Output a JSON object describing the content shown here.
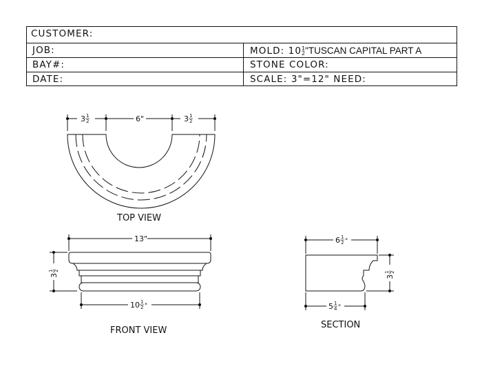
{
  "header": {
    "customer_label": "CUSTOMER:",
    "job_label": "JOB:",
    "bay_label": "BAY#:",
    "date_label": "DATE:",
    "mold_label": "MOLD:",
    "mold_value_whole": "10",
    "mold_value_num": "1",
    "mold_value_den": "2",
    "mold_value_rest": "\"TUSCAN CAPITAL PART A",
    "stone_color_label": "STONE COLOR:",
    "scale_label": "SCALE: 3\"=12\" NEED:"
  },
  "top_view": {
    "caption": "TOP VIEW",
    "dim_left_whole": "3",
    "dim_left_num": "1",
    "dim_left_den": "2",
    "dim_center": "6\"",
    "dim_right_whole": "3",
    "dim_right_num": "1",
    "dim_right_den": "2"
  },
  "front_view": {
    "caption": "FRONT VIEW",
    "dim_top": "13\"",
    "dim_bottom_whole": "10",
    "dim_bottom_num": "1",
    "dim_bottom_den": "2",
    "dim_height_whole": "3",
    "dim_height_num": "1",
    "dim_height_den": "2"
  },
  "section": {
    "caption": "SECTION",
    "dim_top_whole": "6",
    "dim_top_num": "1",
    "dim_top_den": "2",
    "dim_bottom_whole": "5",
    "dim_bottom_num": "1",
    "dim_bottom_den": "4",
    "dim_height_whole": "3",
    "dim_height_num": "1",
    "dim_height_den": "2"
  }
}
